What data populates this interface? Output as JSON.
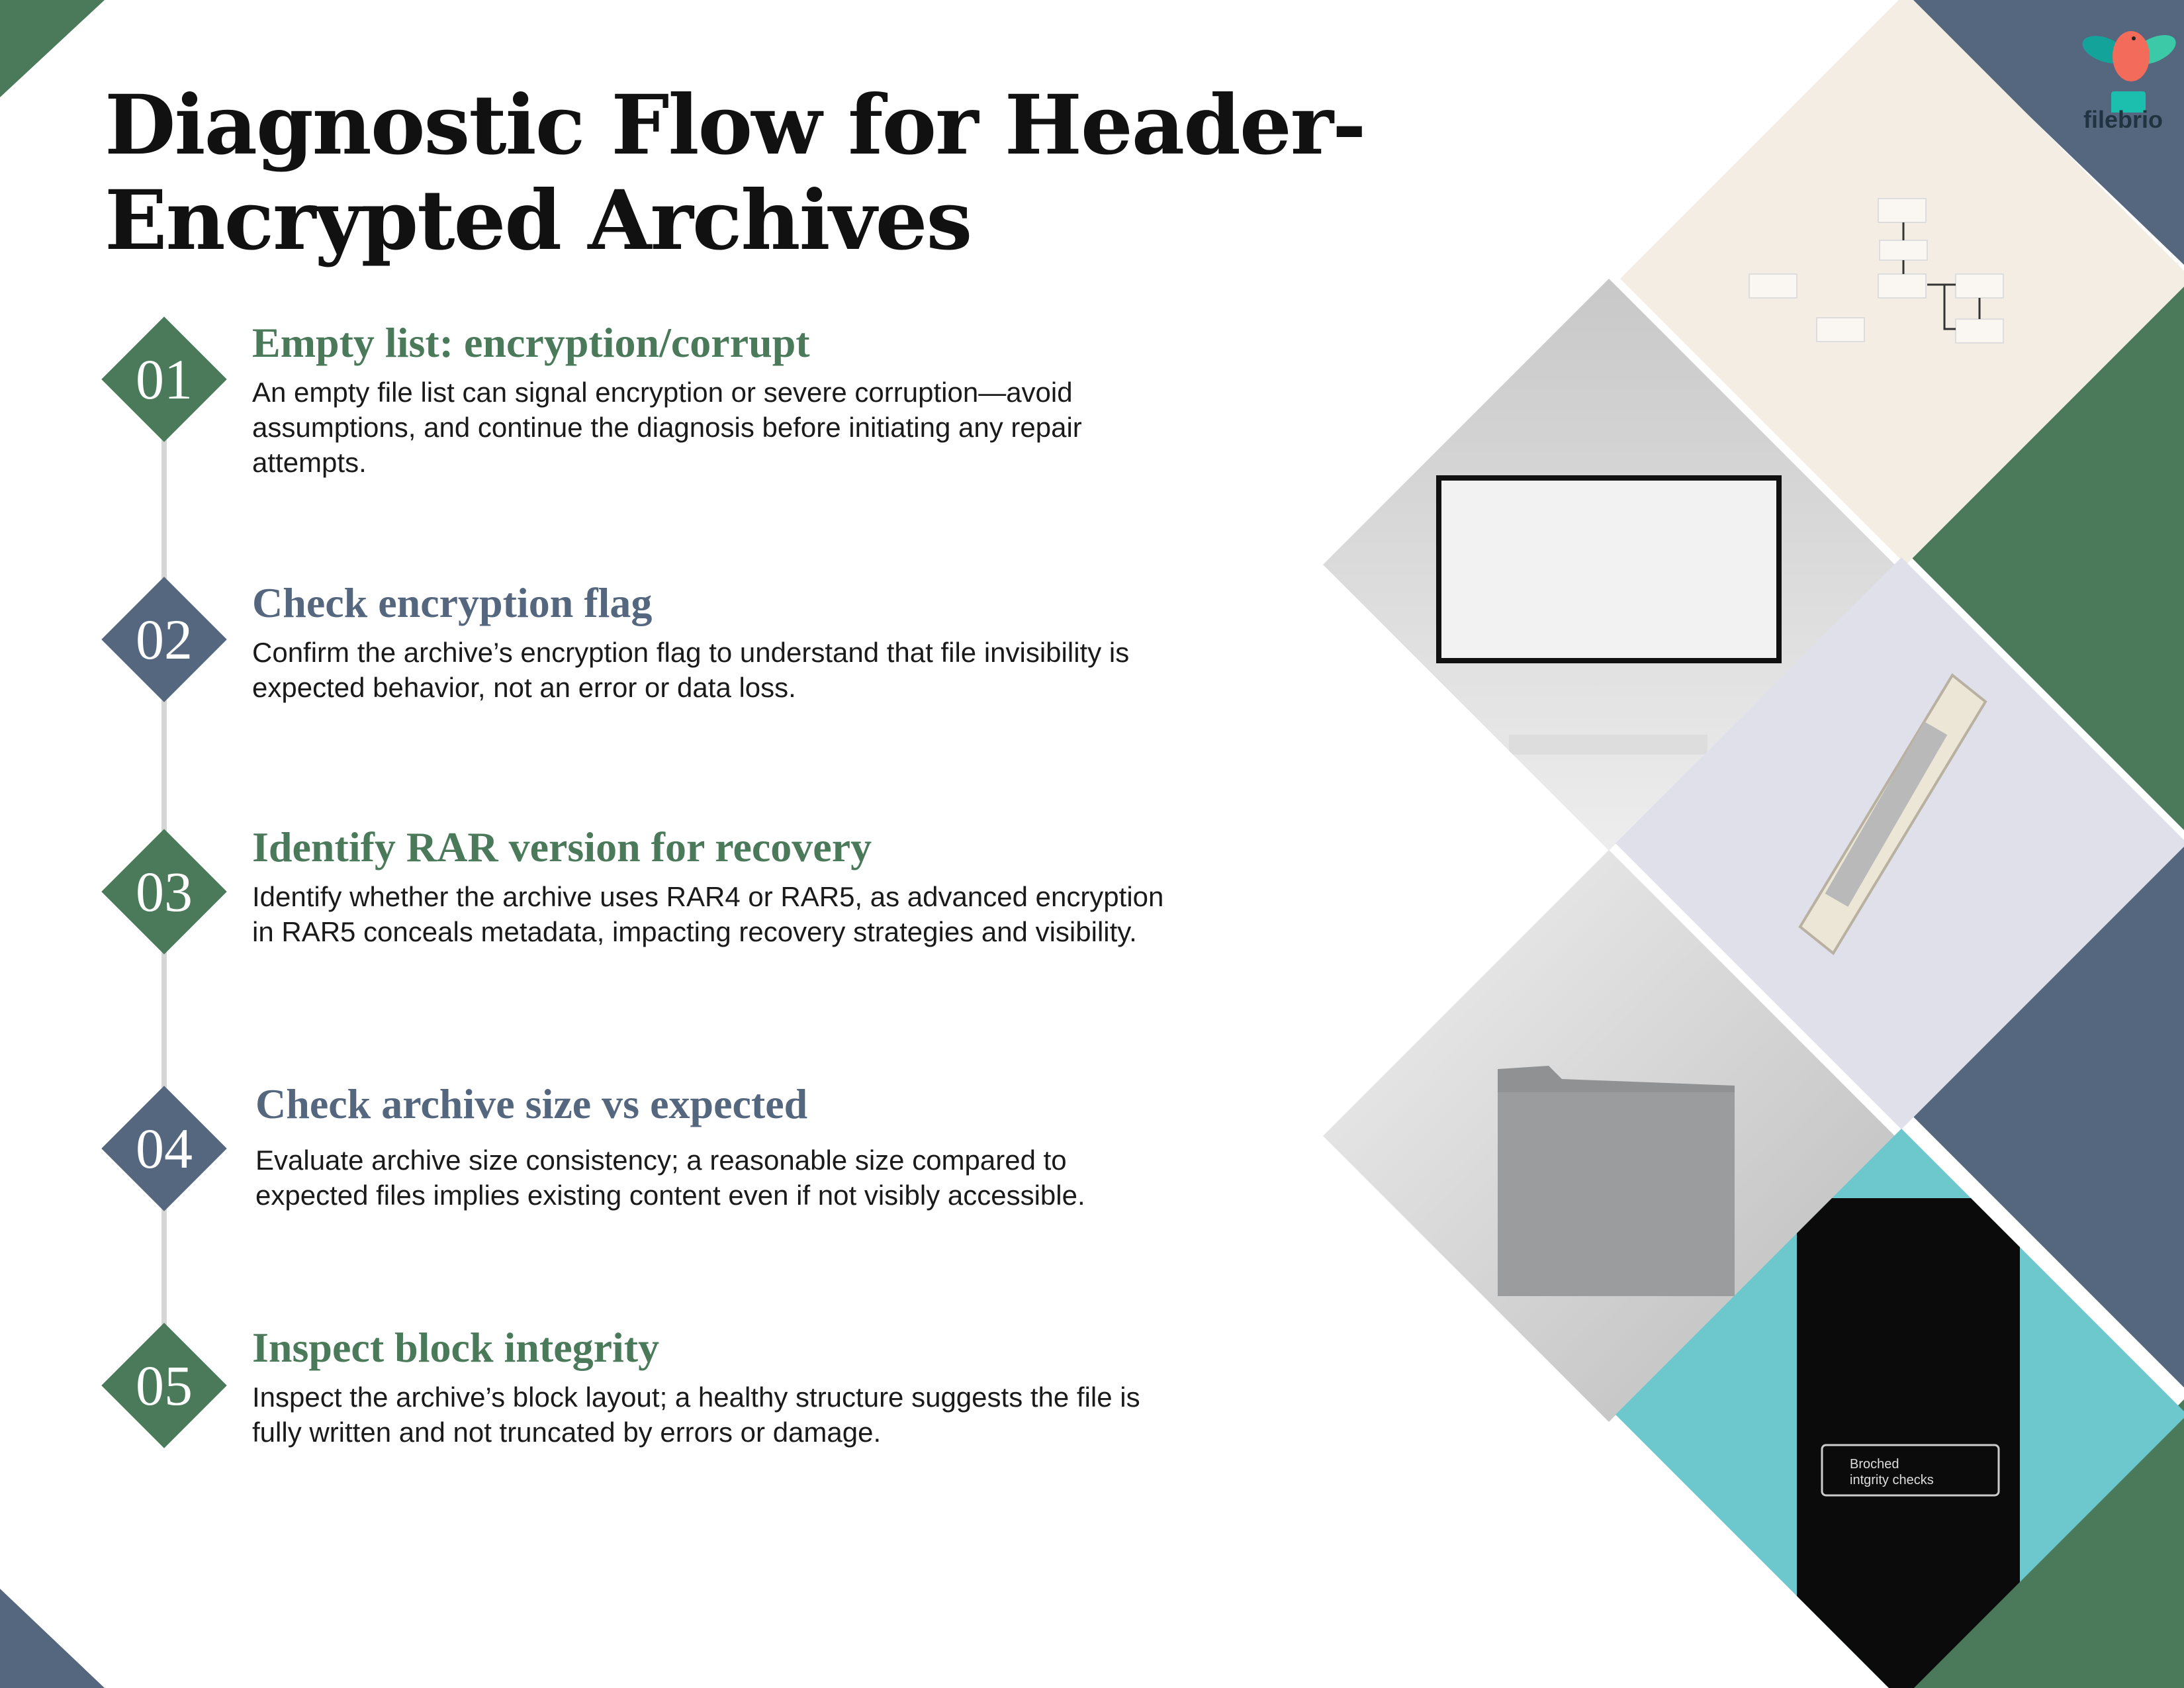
{
  "title": "Diagnostic Flow for Header-Encrypted Archives",
  "brand": "filebrio",
  "steps": [
    {
      "number": "01",
      "heading": "Empty list: encryption/corrupt",
      "body": "An empty file list can signal encryption or severe corruption—avoid assumptions, and continue the diagnosis before initiating any repair attempts.",
      "color": "#4a7a5a"
    },
    {
      "number": "02",
      "heading": "Check encryption flag",
      "body": "Confirm the archive’s encryption flag to understand that file invisibility is expected behavior, not an error or data loss.",
      "color": "#55677f"
    },
    {
      "number": "03",
      "heading": "Identify RAR version for recovery",
      "body": "Identify whether the archive uses RAR4 or RAR5, as advanced encryption in RAR5 conceals metadata, impacting recovery strategies and visibility.",
      "color": "#4a7a5a"
    },
    {
      "number": "04",
      "heading": "Check archive size vs expected",
      "body": "Evaluate archive size consistency; a reasonable size compared to expected files implies existing content even if not visibly accessible.",
      "color": "#55677f"
    },
    {
      "number": "05",
      "heading": "Inspect block integrity",
      "body": "Inspect the archive’s block layout; a healthy structure suggests the file is fully written and not truncated by errors or damage.",
      "color": "#4a7a5a"
    }
  ],
  "phone_label": [
    "Broched",
    "intgrity checks"
  ]
}
